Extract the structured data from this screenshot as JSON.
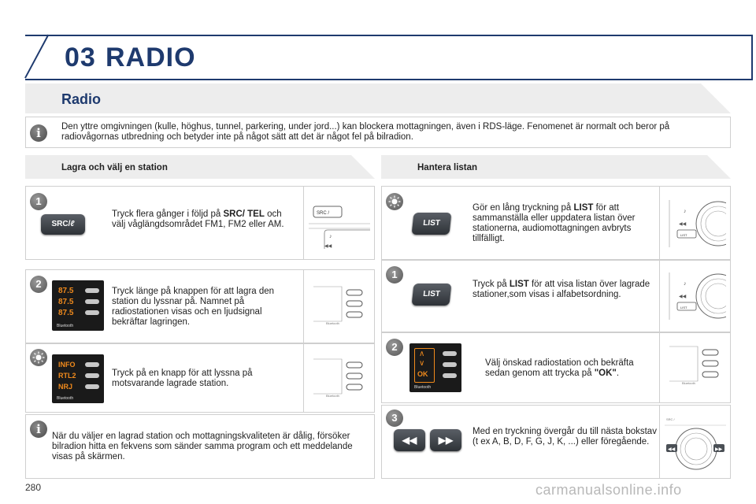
{
  "header": {
    "chapter_number": "03",
    "chapter_title": "RADIO"
  },
  "section": {
    "title": "Radio"
  },
  "info_top": "Den yttre omgivningen (kulle, höghus, tunnel, parkering, under jord...) kan blockera mottagningen, även i RDS-läge. Fenomenet är normalt och beror på radiovågornas utbredning och betyder inte på något sätt att det är något fel på bilradion.",
  "left_column": {
    "heading": "Lagra och välj en station",
    "step1": {
      "badge": "1",
      "button_label": "SRC/",
      "text_pre": "Tryck flera gånger i följd på ",
      "text_bold": "SRC/ TEL",
      "text_post": " och välj våglängdsområdet FM1, FM2 eller AM.",
      "diagram_label": "SRC / "
    },
    "step2": {
      "badge": "2",
      "presets": [
        "87.5",
        "87.5",
        "87.5"
      ],
      "bluetooth": "Bluetooth",
      "text": "Tryck länge på knappen för att lagra den station du lyssnar på. Namnet på radiostationen visas och en ljudsignal bekräftar lagringen."
    },
    "step3": {
      "presets": [
        "INFO",
        "RTL2",
        "NRJ"
      ],
      "bluetooth": "Bluetooth",
      "text": "Tryck på en knapp för att lyssna på motsvarande lagrade station."
    },
    "info_bottom": "När du väljer en lagrad station och mottagningskvaliteten är dålig, försöker bilradion hitta en fekvens som sänder samma program och ett meddelande visas på skärmen."
  },
  "right_column": {
    "heading": "Hantera listan",
    "step_long": {
      "button_label": "LIST",
      "text_pre": "Gör en lång tryckning på ",
      "text_bold": "LIST",
      "text_post": " för att sammanställa eller uppdatera listan över stationerna, audiomottagningen avbryts tillfälligt."
    },
    "step1": {
      "badge": "1",
      "button_label": "LIST",
      "text_pre": "Tryck på ",
      "text_bold": "LIST",
      "text_post": " för att visa listan över lagrade stationer,som visas i alfabetsordning."
    },
    "step2": {
      "badge": "2",
      "ok_label": "OK",
      "text_pre": "Välj önskad radiostation och bekräfta sedan genom att trycka på ",
      "text_bold": "\"OK\"",
      "text_post": "."
    },
    "step3": {
      "badge": "3",
      "text": "Med en tryckning övergår du till nästa bokstav (t ex A, B, D, F, G, J, K, ...) eller föregående."
    }
  },
  "page_number": "280",
  "watermark": "carmanualsonline.info"
}
